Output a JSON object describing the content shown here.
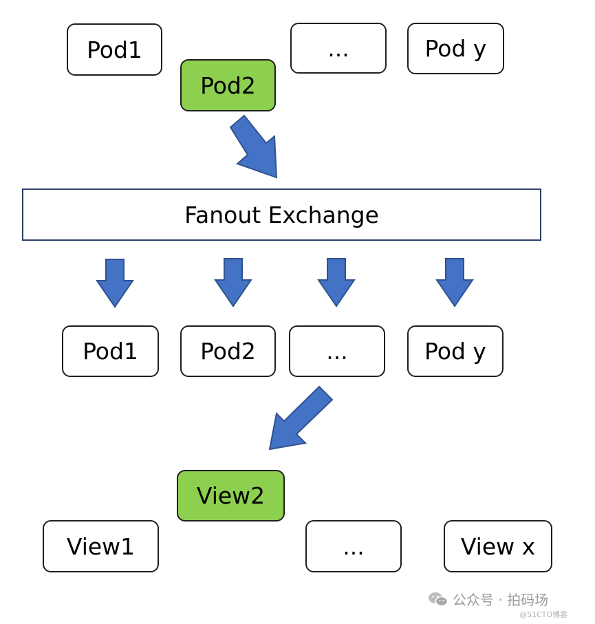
{
  "top_pods": [
    {
      "label": "Pod1"
    },
    {
      "label": "Pod2",
      "highlighted": true
    },
    {
      "label": "..."
    },
    {
      "label": "Pod y"
    }
  ],
  "exchange": {
    "label": "Fanout Exchange"
  },
  "bottom_pods": [
    {
      "label": "Pod1"
    },
    {
      "label": "Pod2"
    },
    {
      "label": "..."
    },
    {
      "label": "Pod y"
    }
  ],
  "views": [
    {
      "label": "View1"
    },
    {
      "label": "View2",
      "highlighted": true
    },
    {
      "label": "..."
    },
    {
      "label": "View x"
    }
  ],
  "watermark": {
    "text": "公众号 · 拍码场",
    "sub": "@51CTO博客",
    "icon": "wechat-icon"
  },
  "colors": {
    "highlight": "#8dcf4f",
    "arrow_fill": "#4472c4",
    "arrow_stroke": "#2f528f",
    "exchange_border": "#2f3f6a"
  }
}
